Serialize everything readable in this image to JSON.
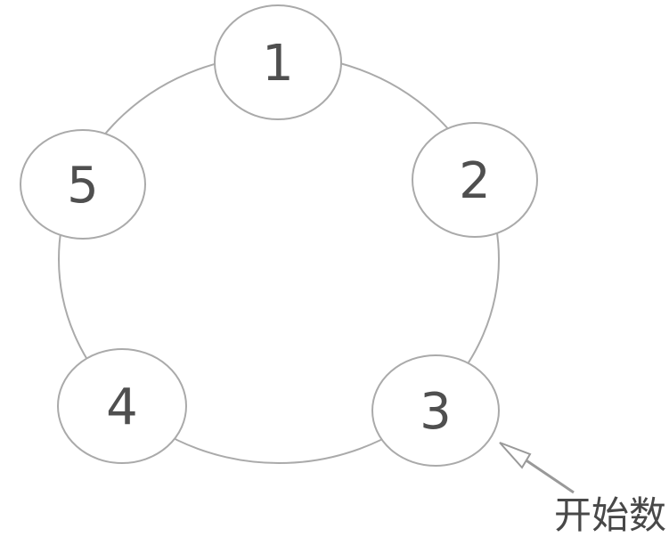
{
  "diagram": {
    "type": "counting-circle",
    "node_count": 5,
    "nodes": [
      {
        "label": "1"
      },
      {
        "label": "2"
      },
      {
        "label": "3"
      },
      {
        "label": "4"
      },
      {
        "label": "5"
      }
    ],
    "annotation": {
      "label": "开始数",
      "points_to_node": "3"
    },
    "colors": {
      "background": "#ffffff",
      "line": "#aaaaaa",
      "node_fill": "#ffffff",
      "number_text": "#4f4f4f",
      "arrow": "#999999",
      "annotation_text": "#484848"
    }
  }
}
